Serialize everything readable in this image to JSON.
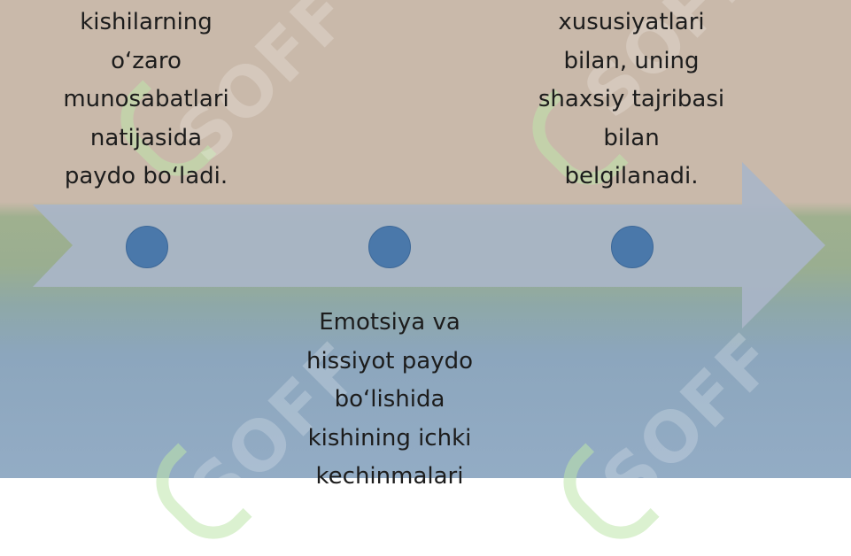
{
  "slide": {
    "watermark": "SOFF",
    "colors": {
      "top_band": "#c9b9aa",
      "bottom_band": "#8ca6bd",
      "arrow_fill": "#a9b5c8",
      "dot_fill": "#4a78aa"
    },
    "text_left": {
      "lines": [
        "kishilarning",
        "o‘zaro",
        "munosabatlari",
        "natijasida",
        "paydo bo‘ladi."
      ]
    },
    "text_right": {
      "lines": [
        "xususiyatlari",
        "bilan, uning",
        "shaxsiy tajribasi",
        "bilan",
        "belgilanadi."
      ]
    },
    "text_center": {
      "lines": [
        "Emotsiya va",
        "hissiyot paydo",
        "bo‘lishida",
        "kishining ichki",
        "kechinmalari"
      ]
    },
    "timeline": {
      "markers": 3
    }
  }
}
